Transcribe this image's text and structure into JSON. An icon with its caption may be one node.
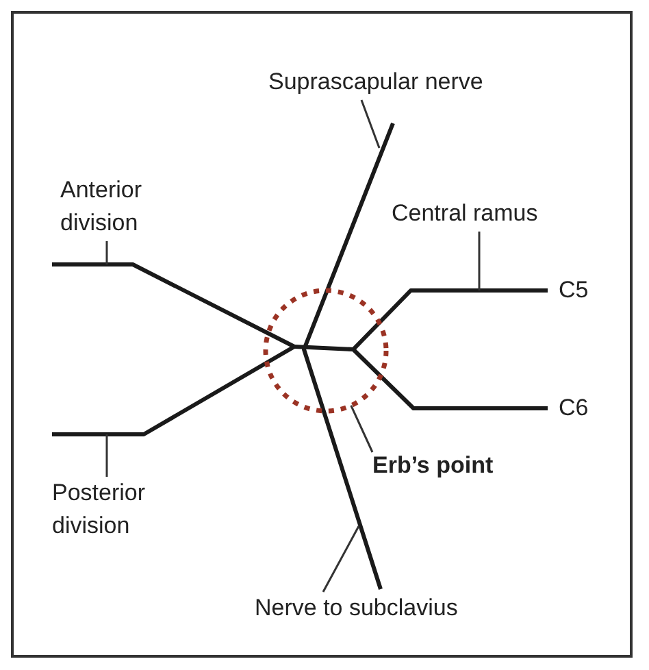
{
  "diagram": {
    "nodes": [
      {
        "text": [
          "Suprascapular nerve"
        ]
      },
      {
        "text": [
          "Anterior division"
        ]
      },
      {
        "text": [
          "Central ramus"
        ]
      },
      {
        "text": [],
        "shape": "circle"
      },
      {
        "text": [
          "Posterior division"
        ]
      },
      {
        "text": [
          "Erb’s point"
        ]
      },
      {
        "text": [
          "Nerve to subclavius"
        ]
      }
    ],
    "edges": [
      {
        "from": 0,
        "to": null,
        "arrow": "none"
      },
      {
        "from": 1,
        "to": null,
        "arrow": "none"
      },
      {
        "from": 2,
        "to": null,
        "arrow": "none"
      },
      {
        "from": 5,
        "to": 3,
        "arrow": "none"
      },
      {
        "from": 4,
        "to": null,
        "arrow": "none"
      },
      {
        "from": 6,
        "to": null,
        "arrow": "none"
      }
    ],
    "labels": [
      "C5",
      "C6"
    ]
  }
}
